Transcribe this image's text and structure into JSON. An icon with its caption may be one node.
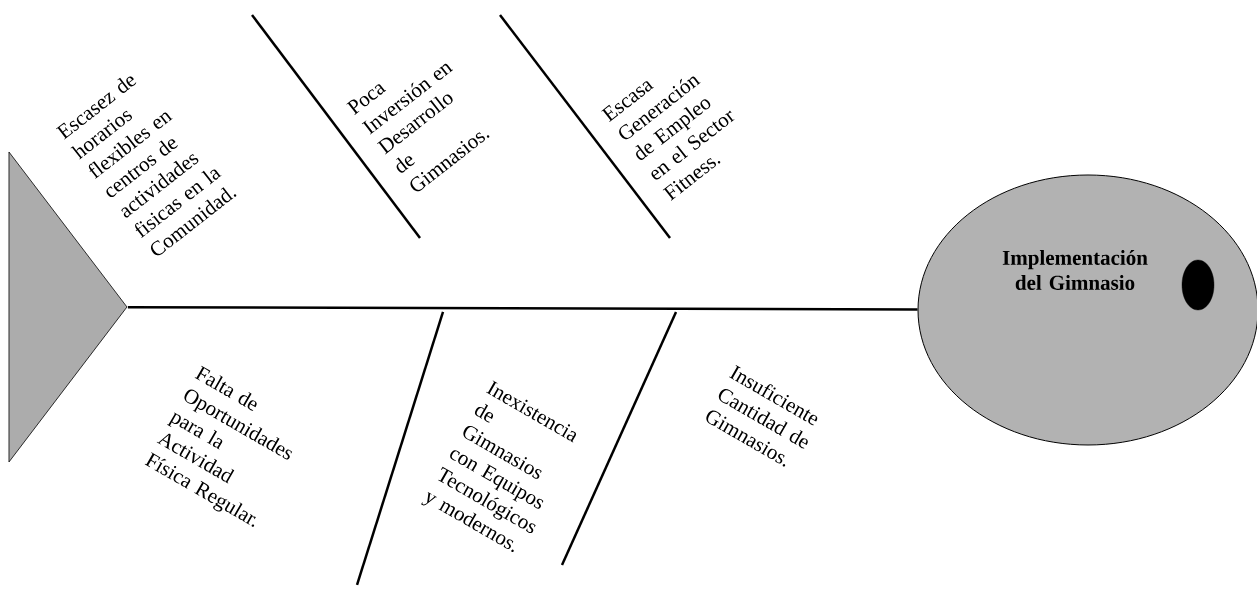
{
  "diagram": {
    "nodes": [
      {
        "text": [],
        "shape": "triangle"
      },
      {
        "text": [
          "Implementación del Gimnasio"
        ]
      },
      {
        "text": [],
        "shape": "circle",
        "in": 1
      }
    ],
    "edges": [
      {
        "from": 0,
        "to": 1,
        "arrow": "none"
      }
    ],
    "labels": [
      "Escasez de horarios flexibles en centros de actividades fisicas en la Comunidad.",
      "Poca Inversión en Desarrollo de Gimnasios.",
      "Escasa Generación de Empleo en el Sector Fitness.",
      "Falta de Oportunidades para la Actividad Física Regular.",
      "Inexistencia de Gimnasios con Equipos Tecnológicos y modernos.",
      "Insuficiente Cantidad de Gimnasios."
    ]
  }
}
